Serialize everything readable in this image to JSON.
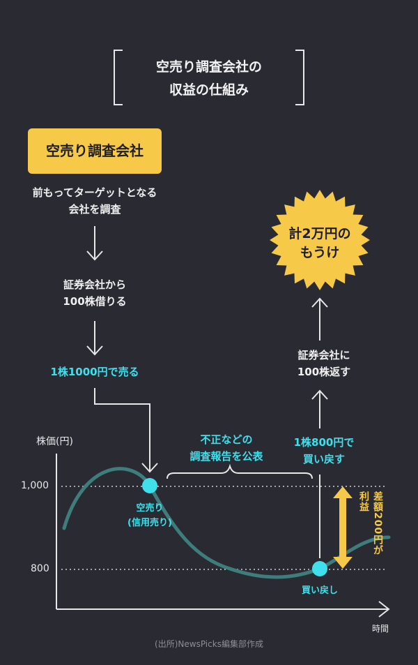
{
  "title": {
    "line1": "空売り調査会社の",
    "line2": "収益の仕組み"
  },
  "badge": "空売り調査会社",
  "steps": {
    "research_1": "前もってターゲットとなる",
    "research_2": "会社を調査",
    "borrow_1": "証券会社から",
    "borrow_2": "100株借りる",
    "sell": "1株1000円で売る",
    "report_1": "不正などの",
    "report_2": "調査報告を公表",
    "buyback_1": "1株800円で",
    "buyback_2": "買い戻す",
    "return_1": "証券会社に",
    "return_2": "100株返す",
    "profit_1": "計2万円の",
    "profit_2": "もうけ"
  },
  "chart": {
    "y_axis_label": "株価(円)",
    "x_axis_label": "時間",
    "tick_high": "1,000",
    "tick_low": "800",
    "point_short_1": "空売り",
    "point_short_2": "(信用売り)",
    "point_buyback": "買い戻し",
    "spread_col1": "差額200円が",
    "spread_col2": "利益"
  },
  "source": "(出所)NewsPicks編集部作成",
  "colors": {
    "background": "#2a2a33",
    "accent_yellow": "#f7c948",
    "accent_cyan": "#3fe0ec",
    "curve": "#3f7d7d"
  }
}
